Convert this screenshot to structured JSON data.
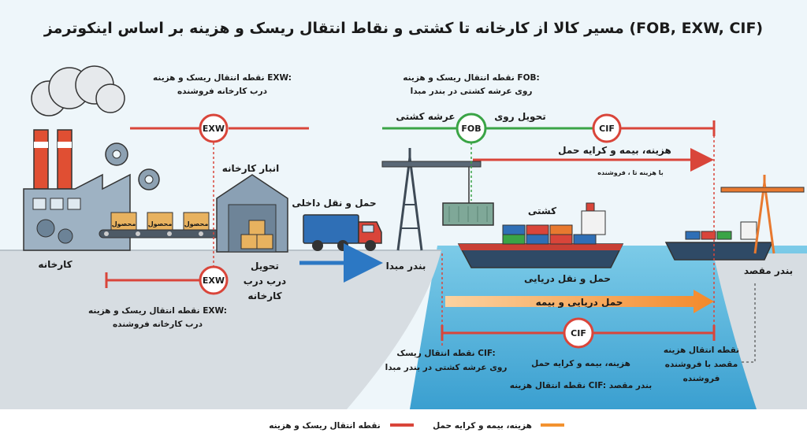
{
  "title": "مسیر کالا از کارخانه تا کشتی و نقاط انتقال ریسک و هزینه بر اساس اینکوترمز (FOB, EXW, CIF)",
  "colors": {
    "risk_line": "#d9453a",
    "fob_line": "#3aa446",
    "orange_arrow": "#f39230",
    "blue_arrow": "#2c78c4",
    "sea": "#4fb3dc",
    "land": "#d7dde2"
  },
  "badges": {
    "exw": "EXW",
    "fob": "FOB",
    "cif": "CIF"
  },
  "exw_top_label": [
    "نقطه انتقال ریسک و هزینه EXW:",
    "درب کارخانه فروشنده"
  ],
  "exw_bottom_label": [
    "نقطه انتقال ریسک و هزینه EXW:",
    "درب کارخانه فروشنده"
  ],
  "fob_top_label": [
    "نقطه انتقال ریسک و هزینه FOB:",
    "روی عرشه کشتی در بندر مبدا"
  ],
  "fob_delivery": [
    "تحویل روی",
    "عرشه کشتی"
  ],
  "cif_cost_top": "هزینه، بیمه و کرایه حمل",
  "cif_cost_note": "با هزینه تا ، فروشنده",
  "factory": "کارخانه",
  "warehouse": "انبار کارخانه",
  "product": "محصول",
  "inland_transport": "حمل و نقل داخلی",
  "door_delivery": [
    "تحویل",
    "درب درب",
    "کارخانه"
  ],
  "origin_port": "بندر مبدا",
  "ship": "کشتی",
  "sea_transport": "حمل و نقل دریایی",
  "sea_insurance": "حمل دریایی و بیمه",
  "destination_port": "بندر مقصد",
  "cif_risk_label": [
    "نقطه انتقال ریسک CIF:",
    "روی عرشه کشتی در بندر مبدا"
  ],
  "cif_cost_bottom": [
    "هزینه، بیمه و کرایه حمل",
    "نقطه انتقال هزینه CIF: بندر مقصد"
  ],
  "dest_cost_label": [
    "نقطه انتقال هزینه",
    "مقصد با فروشنده",
    "فروشنده"
  ],
  "legend": {
    "risk": "نقطه انتقال ریسک و هزینه",
    "cost": "هزینه، بیمه و کرایه حمل"
  }
}
